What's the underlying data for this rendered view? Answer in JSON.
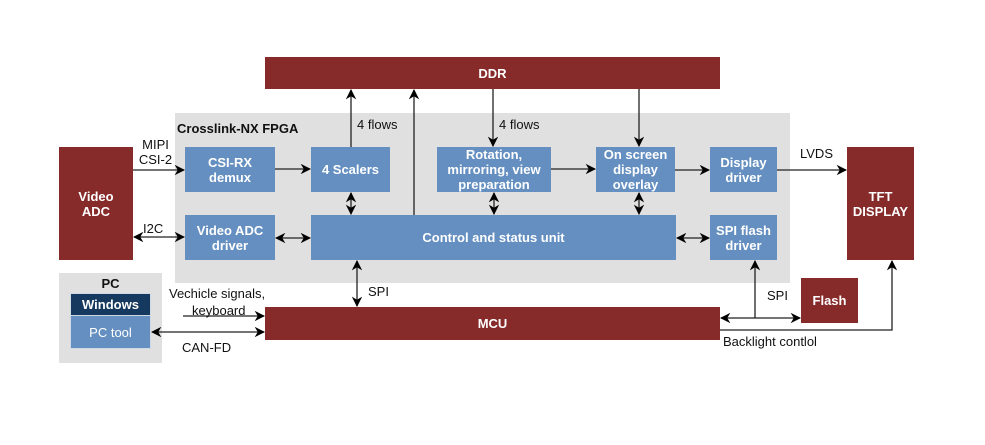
{
  "diagram": {
    "fpga_title": "Crosslink-NX FPGA",
    "pc_title": "PC",
    "blocks": {
      "ddr": "DDR",
      "video_adc": "Video\nADC",
      "csi_rx": "CSI-RX\ndemux",
      "scalers": "4 Scalers",
      "rotation": "Rotation,\nmirroring, view\npreparation",
      "osd": "On screen\ndisplay\noverlay",
      "display_driver": "Display\ndriver",
      "video_adc_driver": "Video ADC\ndriver",
      "control": "Control and status unit",
      "spi_flash_driver": "SPI flash\ndriver",
      "tft": "TFT\nDISPLAY",
      "mcu": "MCU",
      "flash": "Flash",
      "windows": "Windows",
      "pc_tool": "PC tool"
    },
    "labels": {
      "mipi": "MIPI\nCSI-2",
      "i2c": "I2C",
      "flows_up": "4 flows",
      "flows_down": "4 flows",
      "lvds": "LVDS",
      "spi_mcu": "SPI",
      "spi_flash": "SPI",
      "vehicle": "Vechicle signals,",
      "keyboard": "keyboard",
      "canfd": "CAN-FD",
      "backlight": "Backlight contlol"
    },
    "colors": {
      "hardware": "#862a2a",
      "fpga_block": "#648fc0",
      "container": "#e0e0e0",
      "os_header": "#163a5f"
    }
  }
}
